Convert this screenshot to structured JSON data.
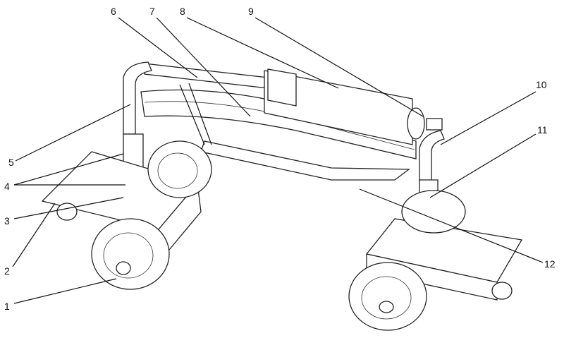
{
  "figure": {
    "type": "patent-drawing",
    "labels": [
      "1",
      "2",
      "3",
      "4",
      "5",
      "6",
      "7",
      "8",
      "9",
      "10",
      "11",
      "12"
    ]
  }
}
